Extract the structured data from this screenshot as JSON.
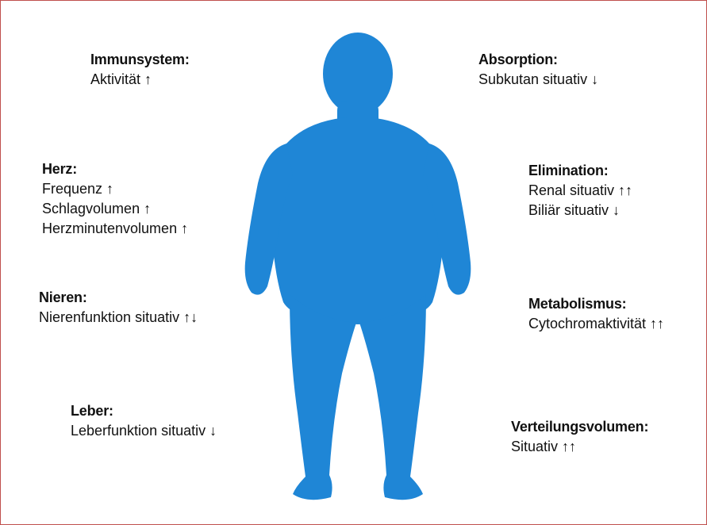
{
  "colors": {
    "figure": "#1f86d6",
    "border": "#c0504d"
  },
  "figure_icon": "human-silhouette-icon",
  "left": [
    {
      "heading": "Immunsystem:",
      "lines": [
        "Aktivität ↑"
      ]
    },
    {
      "heading": "Herz:",
      "lines": [
        "Frequenz ↑",
        "Schlagvolumen ↑",
        "Herzminutenvolumen ↑"
      ]
    },
    {
      "heading": "Nieren:",
      "lines": [
        "Nierenfunktion situativ ↑↓"
      ]
    },
    {
      "heading": "Leber:",
      "lines": [
        "Leberfunktion situativ ↓"
      ]
    }
  ],
  "right": [
    {
      "heading": "Absorption:",
      "lines": [
        "Subkutan situativ ↓"
      ]
    },
    {
      "heading": "Elimination:",
      "lines": [
        "Renal situativ ↑↑",
        "Biliär situativ ↓"
      ]
    },
    {
      "heading": "Metabolismus:",
      "lines": [
        "Cytochromaktivität ↑↑"
      ]
    },
    {
      "heading": "Verteilungsvolumen:",
      "lines": [
        "Situativ ↑↑"
      ]
    }
  ]
}
